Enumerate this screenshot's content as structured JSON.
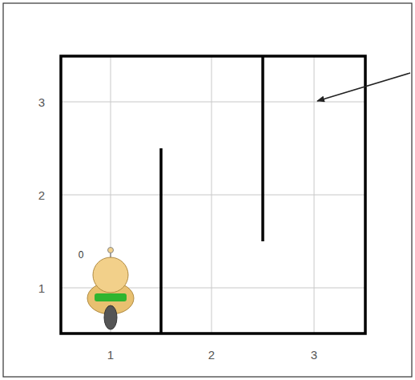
{
  "diagram": {
    "labels": [
      "3",
      "2",
      "1",
      "1",
      "2",
      "3",
      "0"
    ]
  }
}
